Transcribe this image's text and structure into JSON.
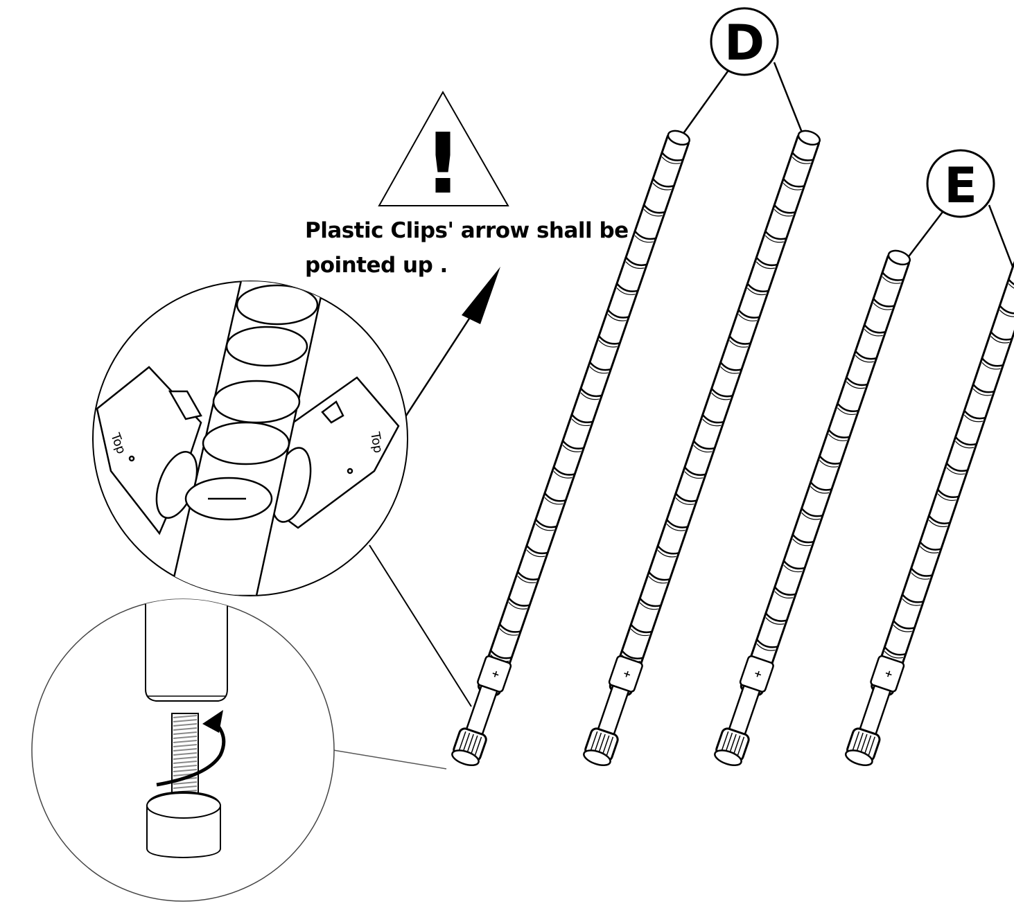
{
  "warning": {
    "symbol": "!",
    "note": "Plastic Clips' arrow shall be pointed up ."
  },
  "callouts": {
    "d_label": "D",
    "e_label": "E"
  },
  "colors": {
    "ink": "#000000",
    "paper": "#ffffff",
    "thread": "#888888"
  },
  "icons": [
    "warning-triangle-icon",
    "rotate-arrow-icon",
    "direction-arrow-icon"
  ]
}
